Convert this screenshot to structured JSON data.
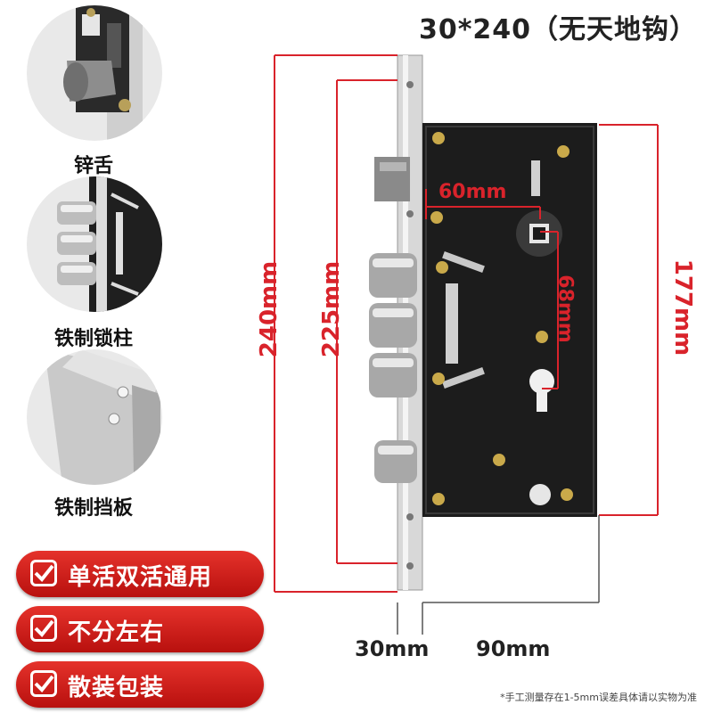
{
  "title": "30*240（无天地钩）",
  "features": [
    {
      "label": "锌舌",
      "icon": "zinc-latch-photo"
    },
    {
      "label": "铁制锁柱",
      "icon": "iron-bolt-photo"
    },
    {
      "label": "铁制挡板",
      "icon": "iron-faceplate-photo"
    }
  ],
  "badges": [
    "单活双活通用",
    "不分左右",
    "散装包装"
  ],
  "dimensions": {
    "total_height": "240mm",
    "inner_height": "225mm",
    "body_height": "177mm",
    "spindle_offset": "60mm",
    "center_distance": "68mm",
    "faceplate_width": "30mm",
    "backset": "90mm"
  },
  "note": "*手工测量存在1-5mm误差具体请以实物为准",
  "colors": {
    "dimension_line": "#d9232b",
    "badge": "#c81d1a",
    "lock_body": "#1c1c1c"
  }
}
